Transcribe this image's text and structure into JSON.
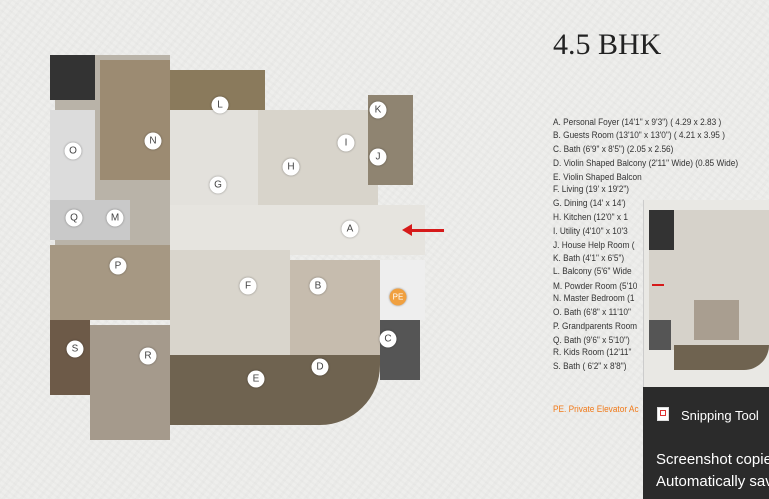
{
  "title": "4.5 BHK",
  "legend": [
    "A. Personal Foyer  (14'1\" x 9'3\") ( 4.29 x 2.83 )",
    "B. Guests Room   (13'10\" x 13'0\") ( 4.21 x 3.95 )",
    "C. Bath (6'9\" x 8'5\") (2.05 x 2.56)",
    "D.  Violin Shaped Balcony  (2'11\" Wide) (0.85 Wide)",
    "E.  Violin Shaped Balcon",
    "F.  Living  (19' x 19'2\")",
    "G. Dining  (14' x 14')",
    "H. Kitchen  (12'0\"  x 1",
    "I.  Utility (4'10\" x 10'3",
    "J.  House Help Room  (",
    "K. Bath  (4'1\" x 6'5\")",
    "L.  Balcony (5'6\" Wide",
    "M. Powder Room (5'10",
    "N. Master Bedroom  (1",
    "O. Bath  (6'8\" x 11'10\"",
    "P.  Grandparents Room",
    "Q. Bath  (9'6\" x 5'10\")",
    "R.  Kids Room (12'11\"",
    "S.  Bath ( 6'2\" x 8'8\")"
  ],
  "pe_note": "PE. Private Elevator Ac",
  "room_labels": [
    "L",
    "K",
    "N",
    "O",
    "I",
    "J",
    "H",
    "G",
    "Q",
    "M",
    "A",
    "P",
    "F",
    "B",
    "PE",
    "C",
    "S",
    "R",
    "D",
    "E"
  ],
  "toast": {
    "app": "Snipping Tool",
    "line1": "Screenshot copied",
    "line2": "Automatically save"
  },
  "colors": {
    "arrow": "#d61a1a",
    "pe": "#f07a1a",
    "toast_bg": "#2b2b2b"
  }
}
